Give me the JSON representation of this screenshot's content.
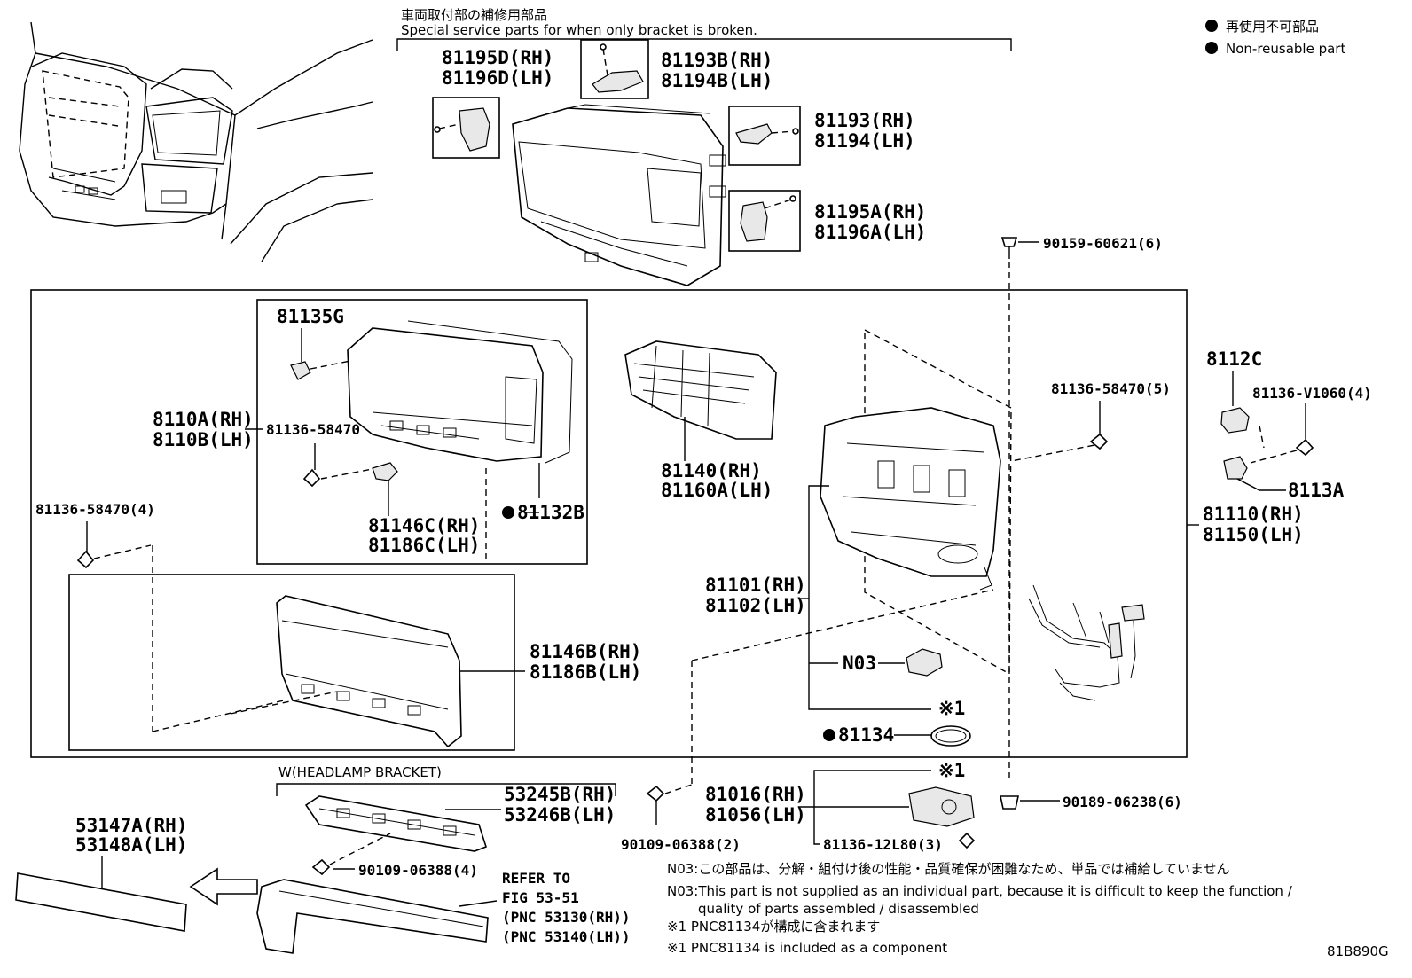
{
  "header": {
    "service_jp": "車両取付部の補修用部品",
    "service_en": "Special service parts for when only bracket is broken."
  },
  "legend": {
    "non_reusable_jp": "再使用不可部品",
    "non_reusable_en": "Non-reusable part"
  },
  "service_parts": {
    "p81195D": "81195D(RH)",
    "p81196D": "81196D(LH)",
    "p81193B": "81193B(RH)",
    "p81194B": "81194B(LH)",
    "p81193": "81193(RH)",
    "p81194": "81194(LH)",
    "p81195A": "81195A(RH)",
    "p81196A": "81196A(LH)"
  },
  "main_parts": {
    "p90159": "90159-60621(6)",
    "p81135G": "81135G",
    "p8110A": "8110A(RH)",
    "p8110B": "8110B(LH)",
    "p81136_58470": "81136-58470",
    "p81146C": "81146C(RH)",
    "p81186C": "81186C(LH)",
    "p81132B": "81132B",
    "p81136_4": "81136-58470(4)",
    "p81140": "81140(RH)",
    "p81160A": "81160A(LH)",
    "p81136_5": "81136-58470(5)",
    "p8112C": "8112C",
    "p81136_V": "81136-V1060(4)",
    "p8113A": "8113A",
    "p81110": "81110(RH)",
    "p81150": "81150(LH)",
    "p81101": "81101(RH)",
    "p81102": "81102(LH)",
    "p81146B": "81146B(RH)",
    "p81186B": "81186B(LH)",
    "pN03": "N03",
    "mark1": "※1",
    "p81134": "81134"
  },
  "lower_parts": {
    "w_bracket": "W(HEADLAMP BRACKET)",
    "p53245B": "53245B(RH)",
    "p53246B": "53246B(LH)",
    "p53147A": "53147A(RH)",
    "p53148A": "53148A(LH)",
    "p90109_4": "90109-06388(4)",
    "p90109_2": "90109-06388(2)",
    "refer_to": "REFER TO",
    "fig": "FIG 53-51",
    "pnc1": "(PNC 53130(RH))",
    "pnc2": "(PNC 53140(LH))",
    "mark1": "※1",
    "p81016": "81016(RH)",
    "p81056": "81056(LH)",
    "p81136_12L80": "81136-12L80(3)",
    "p90189": "90189-06238(6)"
  },
  "notes": {
    "n03_jp": "N03:この部品は、分解・組付け後の性能・品質確保が困難なため、単品では補給していません",
    "n03_en1": "N03:This part is not supplied as an individual part, because it is difficult to keep the function /",
    "n03_en2": "quality of parts assembled / disassembled",
    "m1_jp": "※1 PNC81134が構成に含まれます",
    "m1_en": "※1 PNC81134 is included as a component"
  },
  "figure_code": "81B890G"
}
